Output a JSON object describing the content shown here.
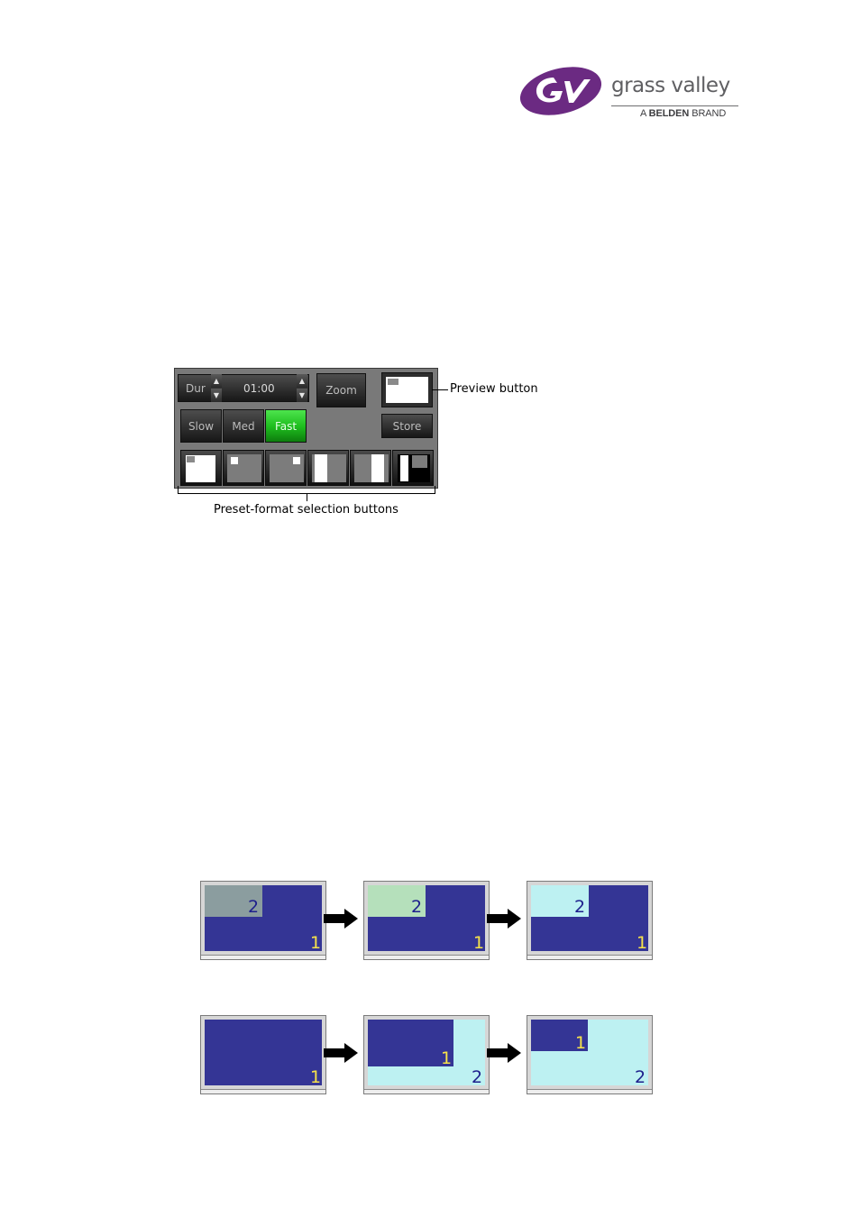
{
  "logo": {
    "wordmark": "grass valley",
    "tagline_prefix": "A",
    "tagline_brand": "BELDEN",
    "tagline_suffix": "BRAND",
    "color": "#6b2a82"
  },
  "panel": {
    "dur_label": "Dur",
    "dur_value": "01:00",
    "zoom_label": "Zoom",
    "speed_buttons": [
      "Slow",
      "Med",
      "Fast"
    ],
    "active_speed": "Fast",
    "store_label": "Store",
    "preset_count": 6
  },
  "annotations": {
    "preview": "Preview button",
    "presets": "Preset-format selection buttons"
  },
  "diagram": {
    "row1": [
      {
        "inset": "2",
        "main": "1",
        "inset_color": "#8b9d9f"
      },
      {
        "inset": "2",
        "main": "1",
        "inset_color": "#b5e0bb"
      },
      {
        "inset": "2",
        "main": "1",
        "inset_color": "#bdf1f2"
      }
    ],
    "row2": [
      {
        "main": "1"
      },
      {
        "main": "1",
        "bg": "2"
      },
      {
        "main": "1",
        "bg": "2"
      }
    ],
    "colors": {
      "screen": "#343595",
      "cyan": "#bdf1f2",
      "label1": "#f7e34a",
      "label2": "#1d1f8c"
    }
  }
}
